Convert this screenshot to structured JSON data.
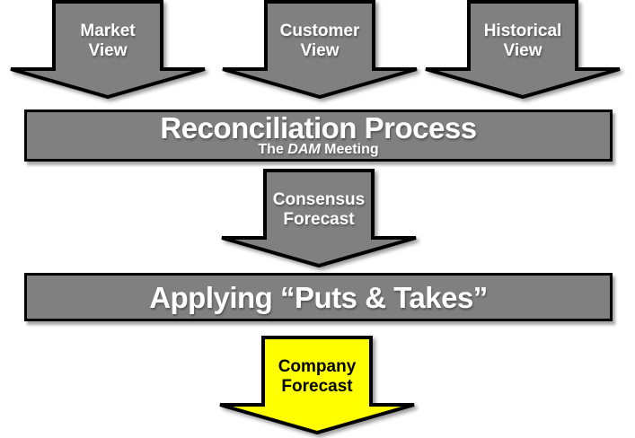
{
  "diagram": {
    "inputs": [
      {
        "label": "Market\nView"
      },
      {
        "label": "Customer\nView"
      },
      {
        "label": "Historical\nView"
      }
    ],
    "reconciliation": {
      "title": "Reconciliation Process",
      "subtitle_prefix": "The ",
      "subtitle_emphasis": "DAM",
      "subtitle_suffix": " Meeting"
    },
    "consensus": {
      "label": "Consensus\nForecast"
    },
    "puts_takes": {
      "title": "Applying “Puts & Takes”"
    },
    "company": {
      "label": "Company\nForecast"
    },
    "colors": {
      "shape_gray": "#808080",
      "outline_black": "#000000",
      "highlight_yellow": "#FFFF00",
      "light_text": "#FFFFFF",
      "dark_text": "#000000"
    }
  }
}
